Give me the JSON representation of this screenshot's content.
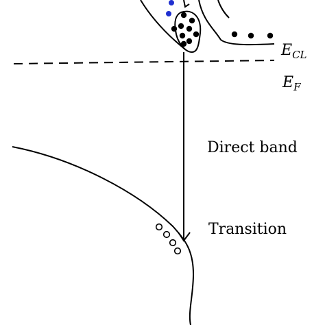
{
  "labels": {
    "conduction_level_main": "E",
    "conduction_level_sub": "CL",
    "fermi_level_main": "E",
    "fermi_level_sub": "F",
    "process_line_1": "Direct band",
    "process_line_2": "Transition"
  },
  "colors": {
    "ink": "#000000",
    "electron_highlight": "#1f2fd0",
    "background": "#ffffff"
  },
  "particles": {
    "electrons_in_pocket": 9,
    "highlighted_electrons": 2,
    "electrons_on_band_tail": 3,
    "holes_in_valence_band": 4
  }
}
